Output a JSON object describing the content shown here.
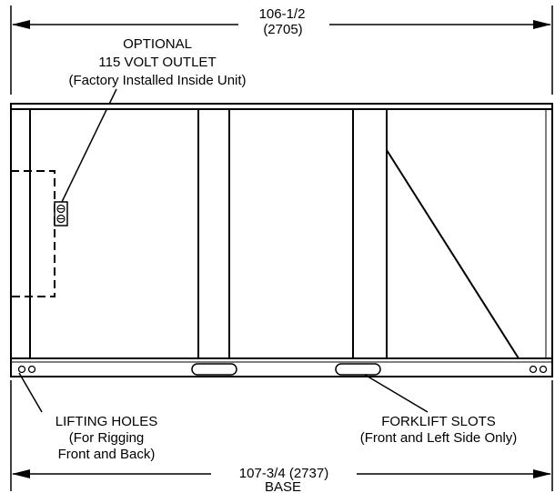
{
  "dimensions": {
    "top_width": "106-1/2",
    "top_width_metric": "(2705)",
    "base_width": "107-3/4 (2737)",
    "base_label": "BASE"
  },
  "callouts": {
    "outlet": {
      "line1": "OPTIONAL",
      "line2": "115 VOLT OUTLET",
      "line3": "(Factory Installed Inside Unit)"
    },
    "lifting_holes": {
      "line1": "LIFTING HOLES",
      "line2": "(For Rigging",
      "line3": "Front and Back)"
    },
    "forklift_slots": {
      "line1": "FORKLIFT SLOTS",
      "line2": "(Front and Left Side Only)"
    }
  }
}
